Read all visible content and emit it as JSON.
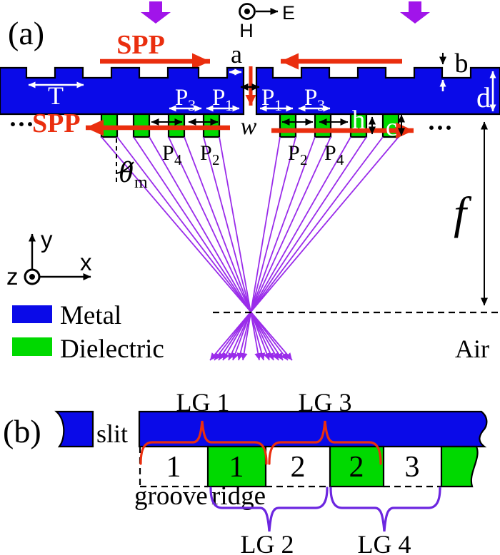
{
  "colors": {
    "metal": "#0a0ae8",
    "dielectric": "#00d900",
    "spp_red": "#ea2e0e",
    "incident_purple": "#a114ea",
    "ray_purple": "#9a2cea",
    "brace_purple": "#6c26e0"
  },
  "panel_a": {
    "label": "(a)",
    "field": {
      "e": "E",
      "h": "H"
    },
    "spp_top": "SPP",
    "spp_bottom": "SPP",
    "dots_left": "···",
    "dots_right": "···",
    "dims": {
      "a": "a",
      "b": "b",
      "c": "c",
      "d": "d",
      "t": "T",
      "w": "w",
      "h": "h",
      "f": "f"
    },
    "p": {
      "p1": {
        "base": "P",
        "sub": "1"
      },
      "p2": {
        "base": "P",
        "sub": "2"
      },
      "p3": {
        "base": "P",
        "sub": "3"
      },
      "p4": {
        "base": "P",
        "sub": "4"
      }
    },
    "theta": {
      "base": "θ",
      "sub": "m"
    },
    "axes": {
      "x": "x",
      "y": "y",
      "z": "z"
    },
    "legend": [
      {
        "label": "Metal"
      },
      {
        "label": "Dielectric"
      }
    ],
    "air": "Air"
  },
  "panel_b": {
    "label": "(b)",
    "slit": "slit",
    "groove": "groove",
    "ridge": "ridge",
    "cells": [
      {
        "kind": "groove",
        "num": "1"
      },
      {
        "kind": "ridge",
        "num": "1"
      },
      {
        "kind": "groove",
        "num": "2"
      },
      {
        "kind": "ridge",
        "num": "2"
      },
      {
        "kind": "groove",
        "num": "3"
      }
    ],
    "lg": [
      {
        "label": "LG 1"
      },
      {
        "label": "LG 2"
      },
      {
        "label": "LG 3"
      },
      {
        "label": "LG 4"
      }
    ]
  }
}
